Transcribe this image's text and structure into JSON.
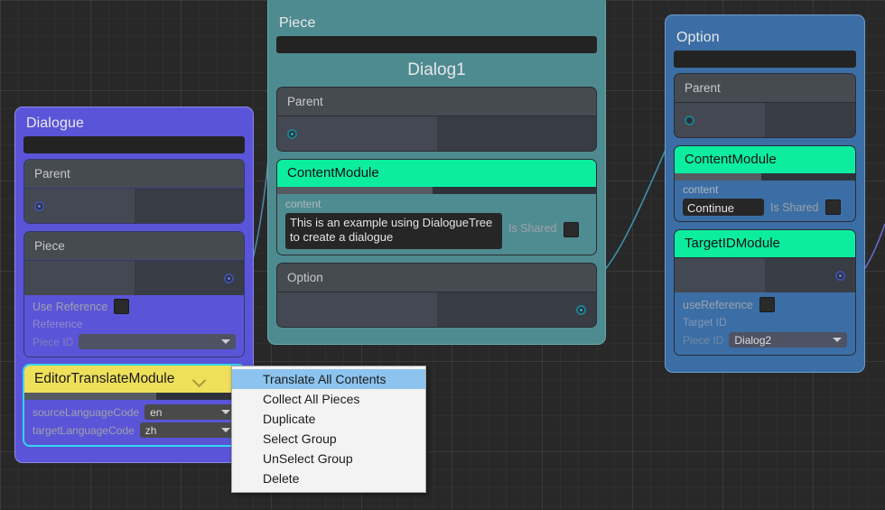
{
  "nodes": {
    "dialogue": {
      "title": "Dialogue",
      "name_value": "",
      "parent": {
        "label": "Parent"
      },
      "piece": {
        "label": "Piece",
        "use_reference_label": "Use Reference",
        "use_reference_checked": false,
        "reference_label": "Reference",
        "piece_id_label": "Piece ID",
        "piece_id_value": ""
      },
      "translate_module": {
        "header": "EditorTranslateModule",
        "source_label": "sourceLanguageCode",
        "source_value": "en",
        "target_label": "targetLanguageCode",
        "target_value": "zh"
      }
    },
    "piece": {
      "title": "Piece",
      "name_value": "",
      "display_name": "Dialog1",
      "parent": {
        "label": "Parent"
      },
      "content_module": {
        "header": "ContentModule",
        "content_label": "content",
        "content_value": "This is an example using DialogueTree to create a dialogue",
        "is_shared_label": "Is Shared",
        "is_shared_checked": false
      },
      "option": {
        "label": "Option"
      }
    },
    "option": {
      "title": "Option",
      "name_value": "",
      "parent": {
        "label": "Parent"
      },
      "content_module": {
        "header": "ContentModule",
        "content_label": "content",
        "content_value": "Continue",
        "is_shared_label": "Is Shared",
        "is_shared_checked": false
      },
      "target_id_module": {
        "header": "TargetIDModule",
        "use_reference_label": "useReference",
        "use_reference_checked": false,
        "target_id_label": "Target ID",
        "piece_id_label": "Piece ID",
        "piece_id_value": "Dialog2"
      }
    }
  },
  "context_menu": {
    "items": [
      {
        "label": "Translate All Contents",
        "highlighted": true
      },
      {
        "label": "Collect All Pieces",
        "highlighted": false
      },
      {
        "label": "Duplicate",
        "highlighted": false
      },
      {
        "label": "Select Group",
        "highlighted": false
      },
      {
        "label": "UnSelect Group",
        "highlighted": false
      },
      {
        "label": "Delete",
        "highlighted": false
      }
    ]
  },
  "colors": {
    "canvas_background": "#282828",
    "dialogue_node": "#5a55d8",
    "piece_node": "#4e8b90",
    "option_node": "#3b6ea5",
    "module_accent": "#0ceda0",
    "translate_module_accent": "#efe05a",
    "selection_outline": "#35d6ef",
    "menu_highlight": "#8cc4ef",
    "edge_teal": "#3f8fa8",
    "edge_purple": "#6a6ad0"
  }
}
